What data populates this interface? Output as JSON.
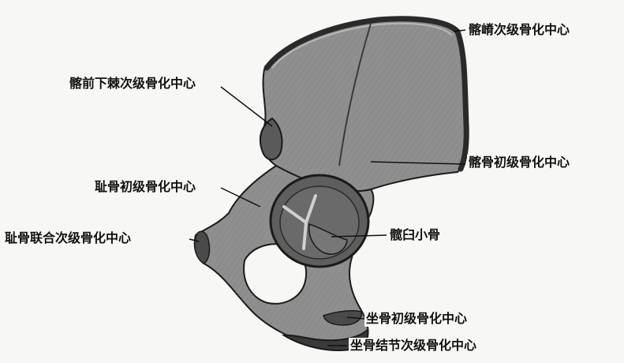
{
  "figure": {
    "labels": {
      "iliac_crest": "髂嵴次级骨化中心",
      "aiis": "髂前下棘次级骨化中心",
      "ilium_primary": "髂骨初级骨化中心",
      "pubis_primary": "耻骨初级骨化中心",
      "pubic_symphysis": "耻骨联合次级骨化中心",
      "acetabular_ossicle": "髋臼小骨",
      "ischium_primary": "坐骨初级骨化中心",
      "ischial_tuberosity": "坐骨结节次级骨化中心"
    },
    "colors": {
      "bone_fill": "#8f8f8f",
      "bone_dark": "#4a4a4a",
      "outline": "#1a1a1a",
      "acetabulum": "#5e5e5e",
      "background": "#f7f7f5"
    }
  }
}
